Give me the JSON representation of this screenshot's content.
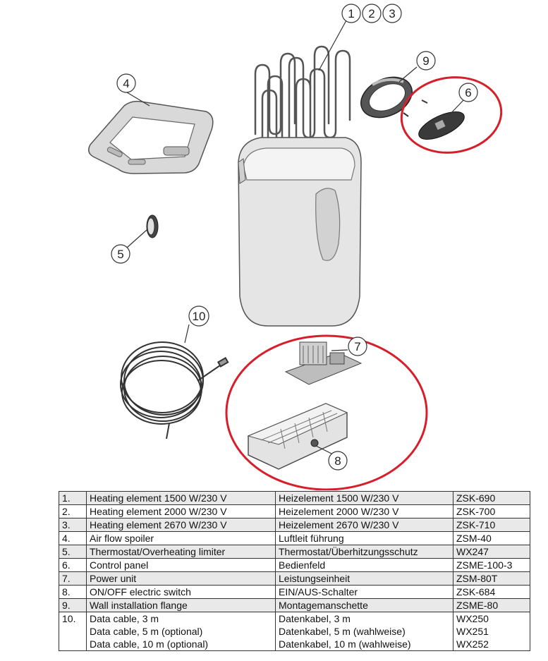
{
  "callouts": [
    "1",
    "2",
    "3",
    "4",
    "5",
    "6",
    "7",
    "8",
    "9",
    "10"
  ],
  "highlight_color": "#d81e2a",
  "table": {
    "rows": [
      {
        "num": "1.",
        "en": [
          "Heating element 1500 W/230 V"
        ],
        "de": [
          "Heizelement 1500 W/230 V"
        ],
        "code": [
          "ZSK-690"
        ]
      },
      {
        "num": "2.",
        "en": [
          "Heating element 2000 W/230 V"
        ],
        "de": [
          "Heizelement 2000 W/230 V"
        ],
        "code": [
          "ZSK-700"
        ]
      },
      {
        "num": "3.",
        "en": [
          "Heating element 2670 W/230 V"
        ],
        "de": [
          "Heizelement 2670 W/230 V"
        ],
        "code": [
          "ZSK-710"
        ]
      },
      {
        "num": "4.",
        "en": [
          "Air flow spoiler"
        ],
        "de": [
          "Luftleit führung"
        ],
        "code": [
          "ZSM-40"
        ]
      },
      {
        "num": "5.",
        "en": [
          "Thermostat/Overheating limiter"
        ],
        "de": [
          "Thermostat/Überhitzungsschutz"
        ],
        "code": [
          "WX247"
        ]
      },
      {
        "num": "6.",
        "en": [
          "Control panel"
        ],
        "de": [
          "Bedienfeld"
        ],
        "code": [
          "ZSME-100-3"
        ]
      },
      {
        "num": "7.",
        "en": [
          "Power unit"
        ],
        "de": [
          "Leistungseinheit"
        ],
        "code": [
          "ZSM-80T"
        ]
      },
      {
        "num": "8.",
        "en": [
          "ON/OFF electric switch"
        ],
        "de": [
          "EIN/AUS-Schalter"
        ],
        "code": [
          "ZSK-684"
        ]
      },
      {
        "num": "9.",
        "en": [
          "Wall installation flange"
        ],
        "de": [
          "Montagemanschette"
        ],
        "code": [
          "ZSME-80"
        ]
      },
      {
        "num": "10.",
        "en": [
          "Data cable, 3 m",
          "Data cable, 5 m (optional)",
          "Data cable, 10 m (optional)"
        ],
        "de": [
          "Datenkabel, 3 m",
          "Datenkabel, 5 m (wahlweise)",
          "Datenkabel, 10 m (wahlweise)"
        ],
        "code": [
          "WX250",
          "WX251",
          "WX252"
        ]
      }
    ]
  }
}
